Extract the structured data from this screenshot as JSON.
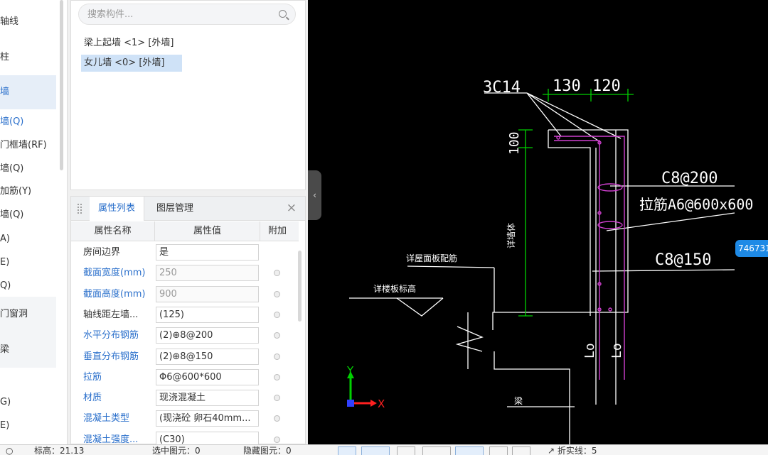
{
  "left_nav": {
    "items": [
      {
        "label": "轴线"
      },
      {
        "label": "柱"
      },
      {
        "label": "墙"
      },
      {
        "label": "墙(Q)"
      },
      {
        "label": "门框墙(RF)"
      },
      {
        "label": "墙(Q)"
      },
      {
        "label": "加筋(Y)"
      },
      {
        "label": "墙(Q)"
      },
      {
        "label": "A)"
      },
      {
        "label": "E)"
      },
      {
        "label": "Q)"
      },
      {
        "label": "门窗洞"
      },
      {
        "label": "梁"
      },
      {
        "label": "G)"
      },
      {
        "label": "E)"
      }
    ]
  },
  "component_list": {
    "search_placeholder": "搜索构件...",
    "items": [
      {
        "label": "梁上起墙 <1> [外墙]"
      },
      {
        "label": "女儿墙 <0> [外墙]"
      }
    ]
  },
  "property_panel": {
    "tabs": [
      "属性列表",
      "图层管理"
    ],
    "close_symbol": "×",
    "columns": [
      "属性名称",
      "属性值",
      "附加"
    ],
    "rows": [
      {
        "name": "房间边界",
        "value": "是",
        "highlight": false,
        "readonly": false,
        "has_check": false
      },
      {
        "name": "截面宽度(mm)",
        "value": "250",
        "highlight": true,
        "readonly": true,
        "has_check": true
      },
      {
        "name": "截面高度(mm)",
        "value": "900",
        "highlight": true,
        "readonly": true,
        "has_check": true
      },
      {
        "name": "轴线距左墙...",
        "value": "(125)",
        "highlight": false,
        "readonly": false,
        "has_check": true
      },
      {
        "name": "水平分布钢筋",
        "value": "(2)⊕8@200",
        "highlight": true,
        "readonly": false,
        "has_check": true
      },
      {
        "name": "垂直分布钢筋",
        "value": "(2)⊕8@150",
        "highlight": true,
        "readonly": false,
        "has_check": true
      },
      {
        "name": "拉筋",
        "value": "Φ6@600*600",
        "highlight": true,
        "readonly": false,
        "has_check": true
      },
      {
        "name": "材质",
        "value": "现浇混凝土",
        "highlight": true,
        "readonly": false,
        "has_check": true
      },
      {
        "name": "混凝土类型",
        "value": "(现浇砼 卵石40mm...",
        "highlight": true,
        "readonly": false,
        "has_check": true
      },
      {
        "name": "混凝土强度...",
        "value": "(C30)",
        "highlight": true,
        "readonly": false,
        "has_check": true
      }
    ]
  },
  "canvas": {
    "labels": {
      "rebar_top": "3C14",
      "dim_130": "130",
      "dim_120": "120",
      "dim_100": "100",
      "horiz_rebar": "C8@200",
      "tie_rebar": "拉筋A6@600x600",
      "vert_rebar": "C8@150",
      "roof_note": "详屋面板配筋",
      "floor_note": "详楼板标高",
      "vert_note": "详墙体",
      "lo_left": "Lo",
      "lo_right": "Lo",
      "beam_note": "梁"
    },
    "axis_labels": {
      "x": "X",
      "y": "Y"
    },
    "id_badge": "746731"
  },
  "status_bar": {
    "items": [
      {
        "label": "○"
      },
      {
        "label": "标高：21.13"
      },
      {
        "label": "选中图元：0"
      },
      {
        "label": "隐藏图元：0"
      },
      {
        "label": "↗ 折实线：5"
      }
    ]
  },
  "colors": {
    "accent": "#2a6fcb",
    "canvas_bg": "#000000",
    "cad_white": "#ffffff",
    "cad_green": "#00d000",
    "cad_magenta": "#d040d0"
  }
}
